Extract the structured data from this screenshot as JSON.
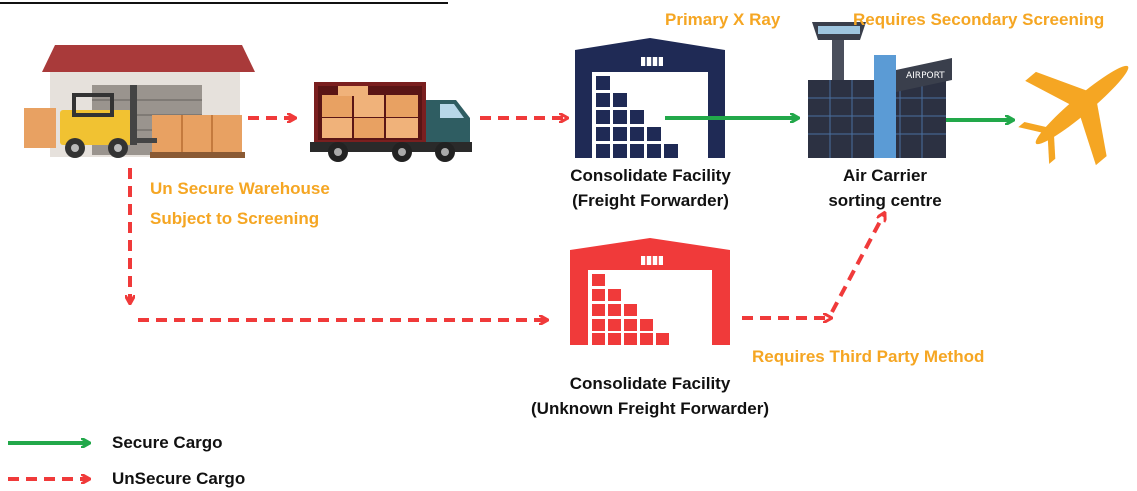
{
  "labels": {
    "primary_xray": "Primary X Ray",
    "secondary_screening": "Requires Secondary Screening",
    "unsecure_warehouse_line1": "Un Secure Warehouse",
    "unsecure_warehouse_line2": "Subject to Screening",
    "consolidate_known_line1": "Consolidate Facility",
    "consolidate_known_line2": "(Freight Forwarder)",
    "air_carrier_line1": "Air Carrier",
    "air_carrier_line2": "sorting centre",
    "third_party": "Requires Third Party Method",
    "consolidate_unknown_line1": "Consolidate Facility",
    "consolidate_unknown_line2": "(Unknown Freight Forwarder)",
    "airport_sign": "AIRPORT"
  },
  "legend": [
    {
      "label": "Secure Cargo",
      "style": "solid",
      "color": "#22a84a"
    },
    {
      "label": "UnSecure Cargo",
      "style": "dashed",
      "color": "#f03a3a"
    }
  ],
  "colors": {
    "secure": "#22a84a",
    "unsecure": "#f03a3a",
    "highlight_text": "#f5a623",
    "known_facility": "#1f2a55",
    "unknown_facility": "#f03a3a",
    "plane": "#f5a623"
  }
}
